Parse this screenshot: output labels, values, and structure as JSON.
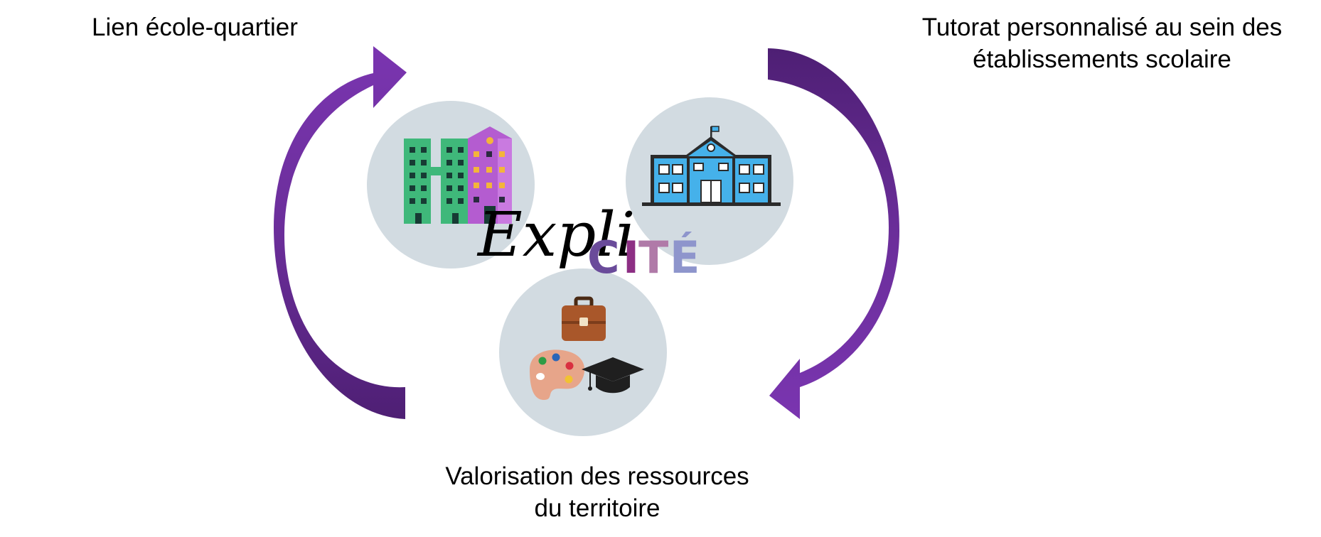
{
  "labels": {
    "top_left": "Lien école-quartier",
    "top_right_line1": "Tutorat personnalisé au sein des",
    "top_right_line2": "établissements scolaire",
    "bottom_line1": "Valorisation des ressources",
    "bottom_line2": "du territoire"
  },
  "logo": {
    "script_part": "Expli",
    "cite_letters": [
      "C",
      "I",
      "T",
      "É"
    ],
    "cite_colors": [
      "#6a4b9a",
      "#8d2f84",
      "#b07aa8",
      "#8e95cc"
    ]
  },
  "colors": {
    "arrow": "#6b2e9a",
    "arrow_dark": "#4a1f6e",
    "circle_fill": "#d2dbe1"
  },
  "icons": [
    "apartment-buildings-icon",
    "school-building-icon",
    "briefcase-icon",
    "paint-palette-icon",
    "graduation-cap-icon"
  ]
}
